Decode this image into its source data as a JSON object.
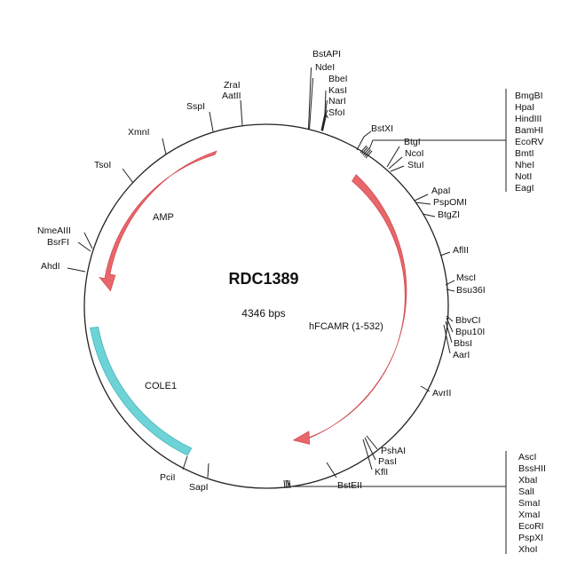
{
  "plasmid": {
    "name": "RDC1389",
    "size_label": "4346 bps",
    "colors": {
      "backbone": "#222222",
      "cds_arrow": "#e8676b",
      "cds_arrow_stroke": "#d04a50",
      "ori": "#6dd3d6",
      "ori_stroke": "#45b5b9"
    }
  },
  "features": [
    {
      "label": "AMP",
      "icon": "arrow-ccw"
    },
    {
      "label": "hFCAMR (1-532)",
      "icon": "arrow-cw"
    },
    {
      "label": "COLE1",
      "icon": "block"
    }
  ],
  "sites": [
    {
      "label": "BstAPI"
    },
    {
      "label": "NdeI"
    },
    {
      "label": "BbeI"
    },
    {
      "label": "KasI"
    },
    {
      "label": "NarI"
    },
    {
      "label": "SfoI"
    },
    {
      "label": "ZraI"
    },
    {
      "label": "AatII"
    },
    {
      "label": "SspI"
    },
    {
      "label": "XmnI"
    },
    {
      "label": "TsoI"
    },
    {
      "label": "NmeAIII"
    },
    {
      "label": "BsrFI"
    },
    {
      "label": "AhdI"
    },
    {
      "label": "BstXI"
    },
    {
      "label": "BtgI"
    },
    {
      "label": "NcoI"
    },
    {
      "label": "StuI"
    },
    {
      "label": "ApaI"
    },
    {
      "label": "PspOMI"
    },
    {
      "label": "BtgZI"
    },
    {
      "label": "AflII"
    },
    {
      "label": "MscI"
    },
    {
      "label": "Bsu36I"
    },
    {
      "label": "BbvCI"
    },
    {
      "label": "Bpu10I"
    },
    {
      "label": "BbsI"
    },
    {
      "label": "AarI"
    },
    {
      "label": "AvrII"
    },
    {
      "label": "PshAI"
    },
    {
      "label": "PasI"
    },
    {
      "label": "KflI"
    },
    {
      "label": "BstEII"
    },
    {
      "label": "PciI"
    },
    {
      "label": "SapI"
    }
  ],
  "mcs_top": [
    "BmgBI",
    "HpaI",
    "HindIII",
    "BamHI",
    "EcoRV",
    "BmtI",
    "NheI",
    "NotI",
    "EagI"
  ],
  "mcs_bottom": [
    "AscI",
    "BssHII",
    "XbaI",
    "SalI",
    "SmaI",
    "XmaI",
    "EcoRI",
    "PspXI",
    "XhoI"
  ]
}
